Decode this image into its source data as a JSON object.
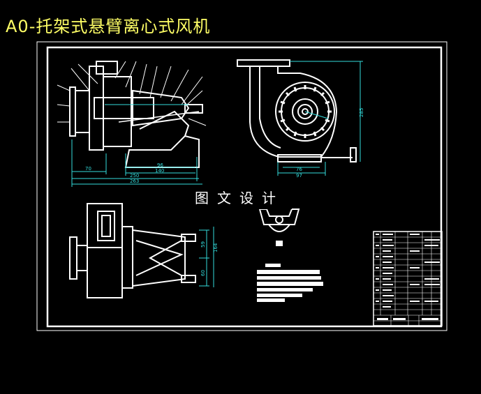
{
  "title": "A0-托架式悬臂离心式风机",
  "watermark": "图文设计",
  "dimensions": {
    "d70": "70",
    "d96": "96",
    "d140": "140",
    "d250": "250",
    "d263": "263",
    "d285": "285",
    "d76": "76",
    "d97": "97",
    "d59": "59",
    "d164": "164",
    "d60": "60"
  },
  "colors": {
    "background": "#000000",
    "lines": "#ffffff",
    "dimensions": "#33dddd",
    "title": "#ffff66"
  }
}
